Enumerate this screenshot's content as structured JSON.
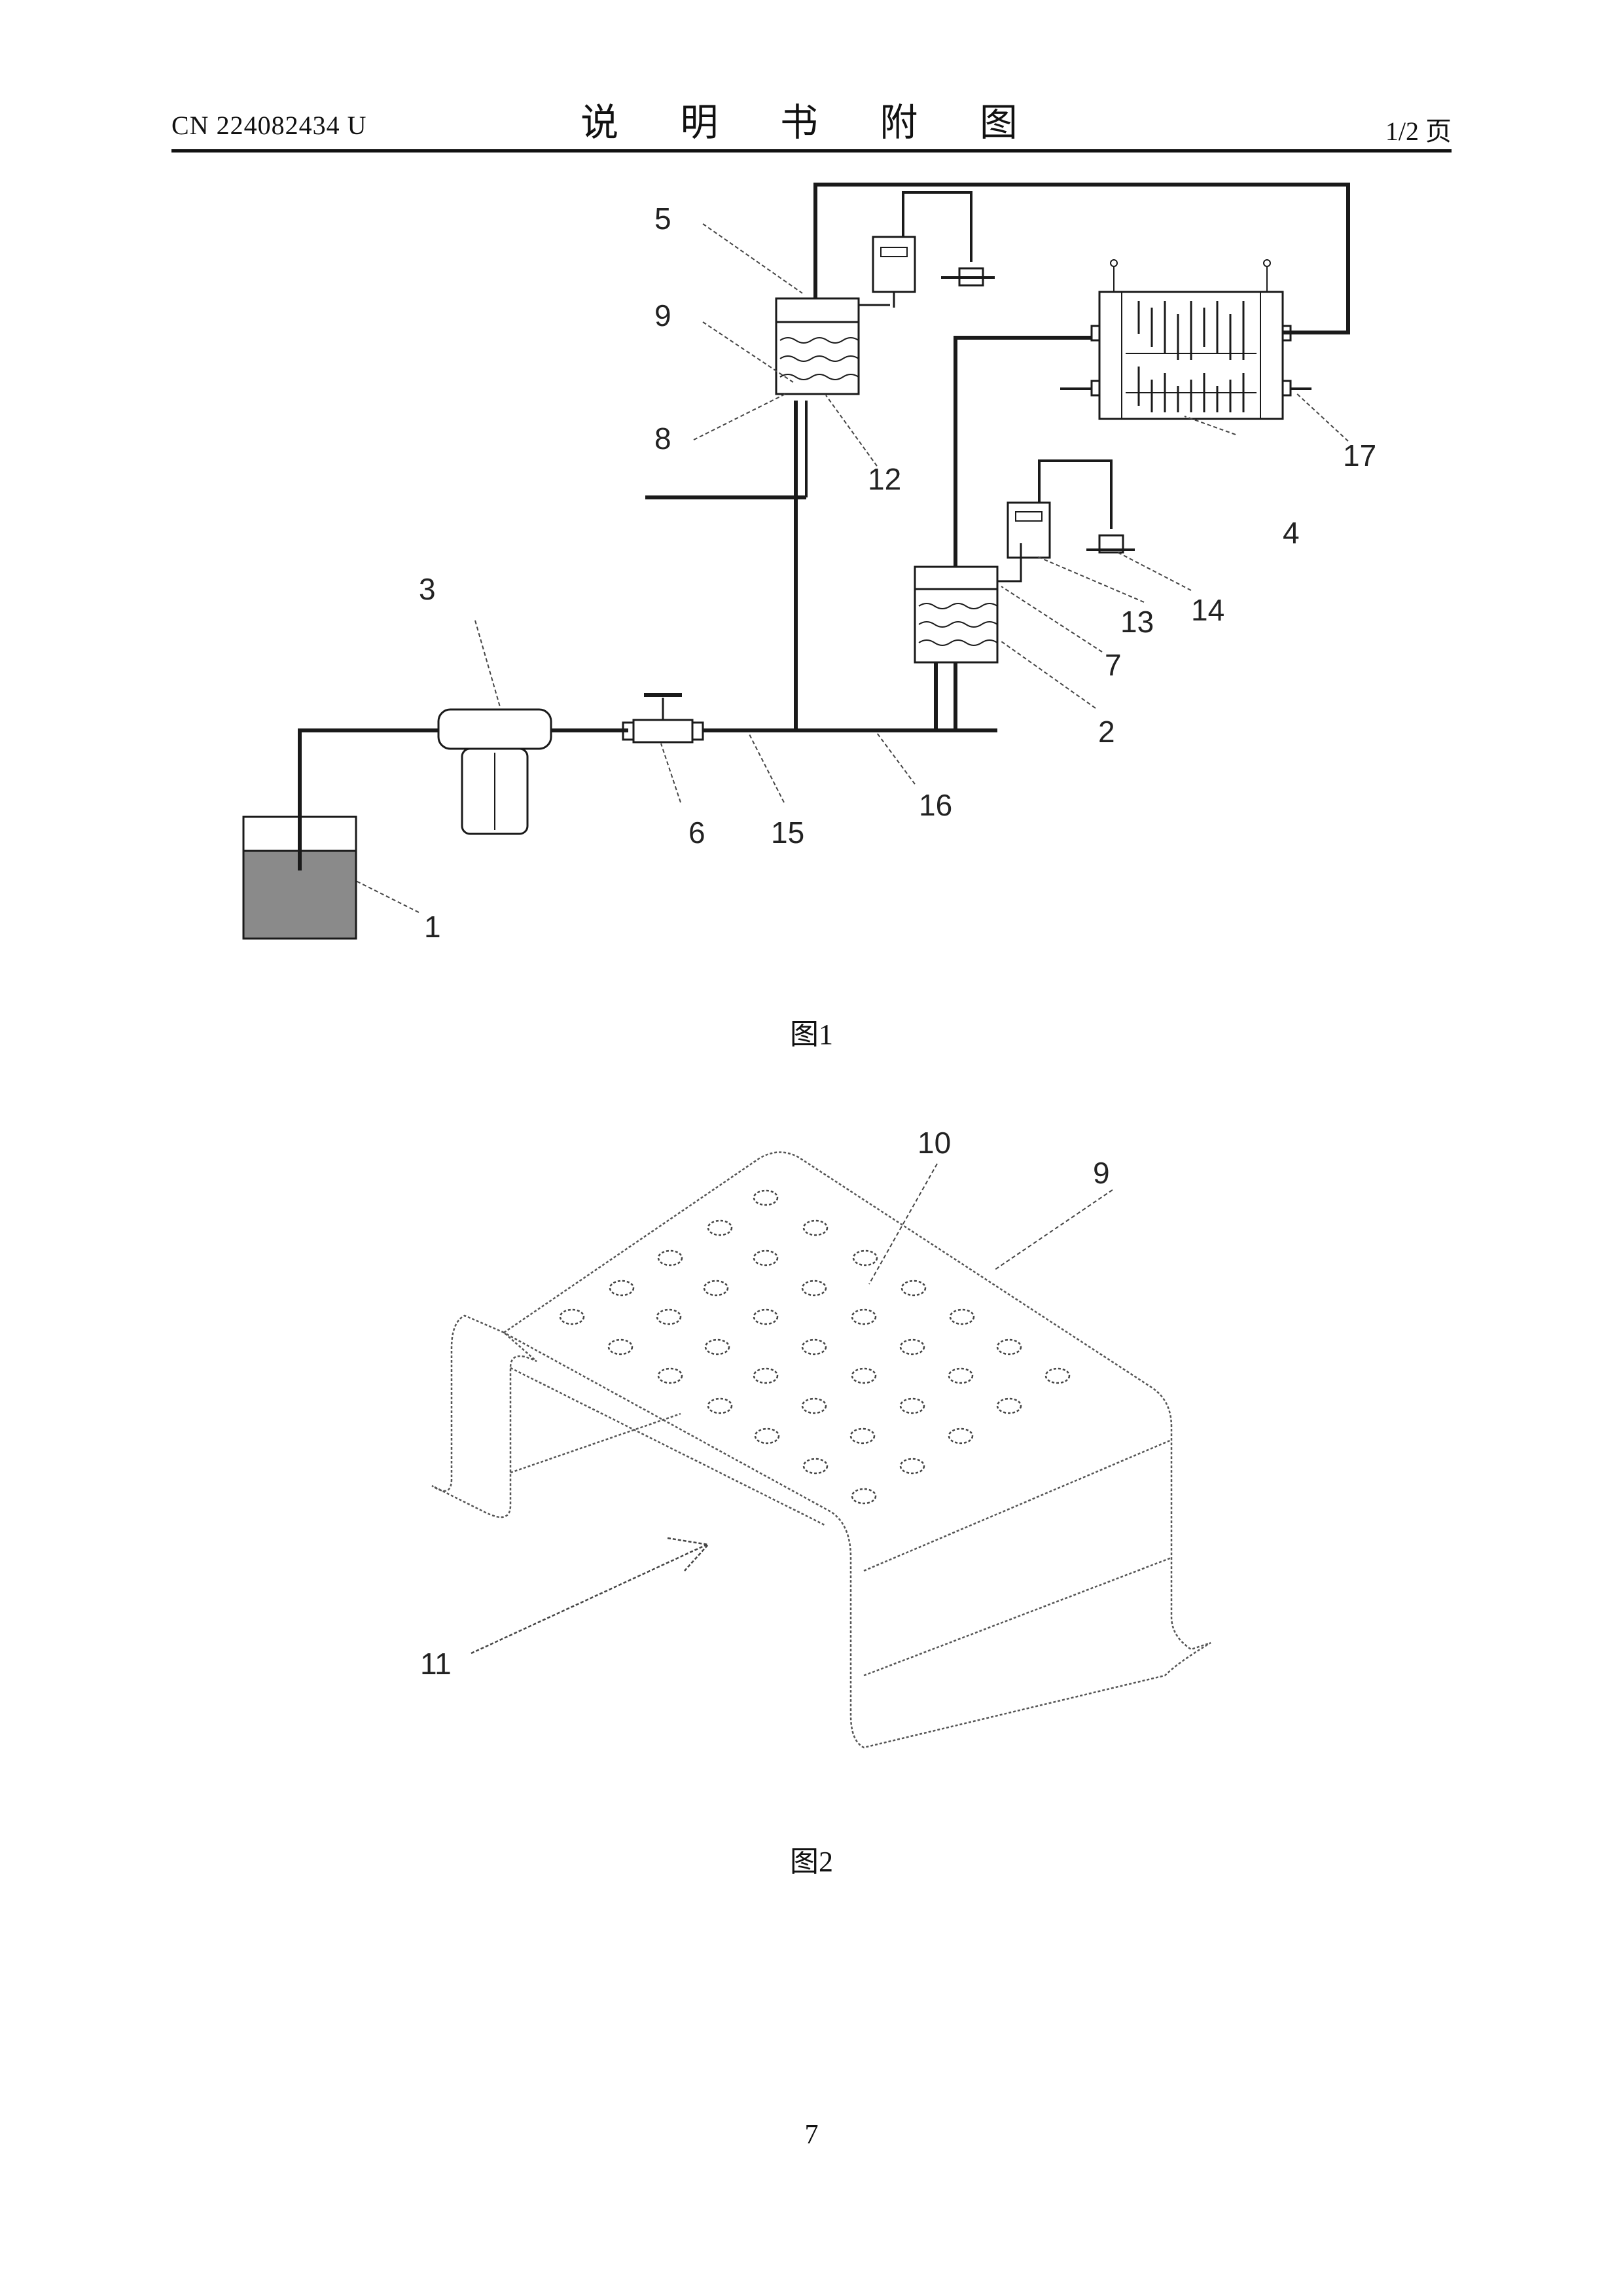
{
  "header": {
    "publication_number": "CN 224082434 U",
    "title": "说 明 书 附 图",
    "page_indicator": "1/2 页"
  },
  "figure1": {
    "caption": "图1",
    "labels": {
      "n1": "1",
      "n2": "2",
      "n3": "3",
      "n4": "4",
      "n5": "5",
      "n6": "6",
      "n7": "7",
      "n8": "8",
      "n9": "9",
      "n12": "12",
      "n13": "13",
      "n14": "14",
      "n15": "15",
      "n16": "16",
      "n17": "17"
    }
  },
  "figure2": {
    "caption": "图2",
    "labels": {
      "n9": "9",
      "n10": "10",
      "n11": "11"
    }
  },
  "page_number": "7"
}
